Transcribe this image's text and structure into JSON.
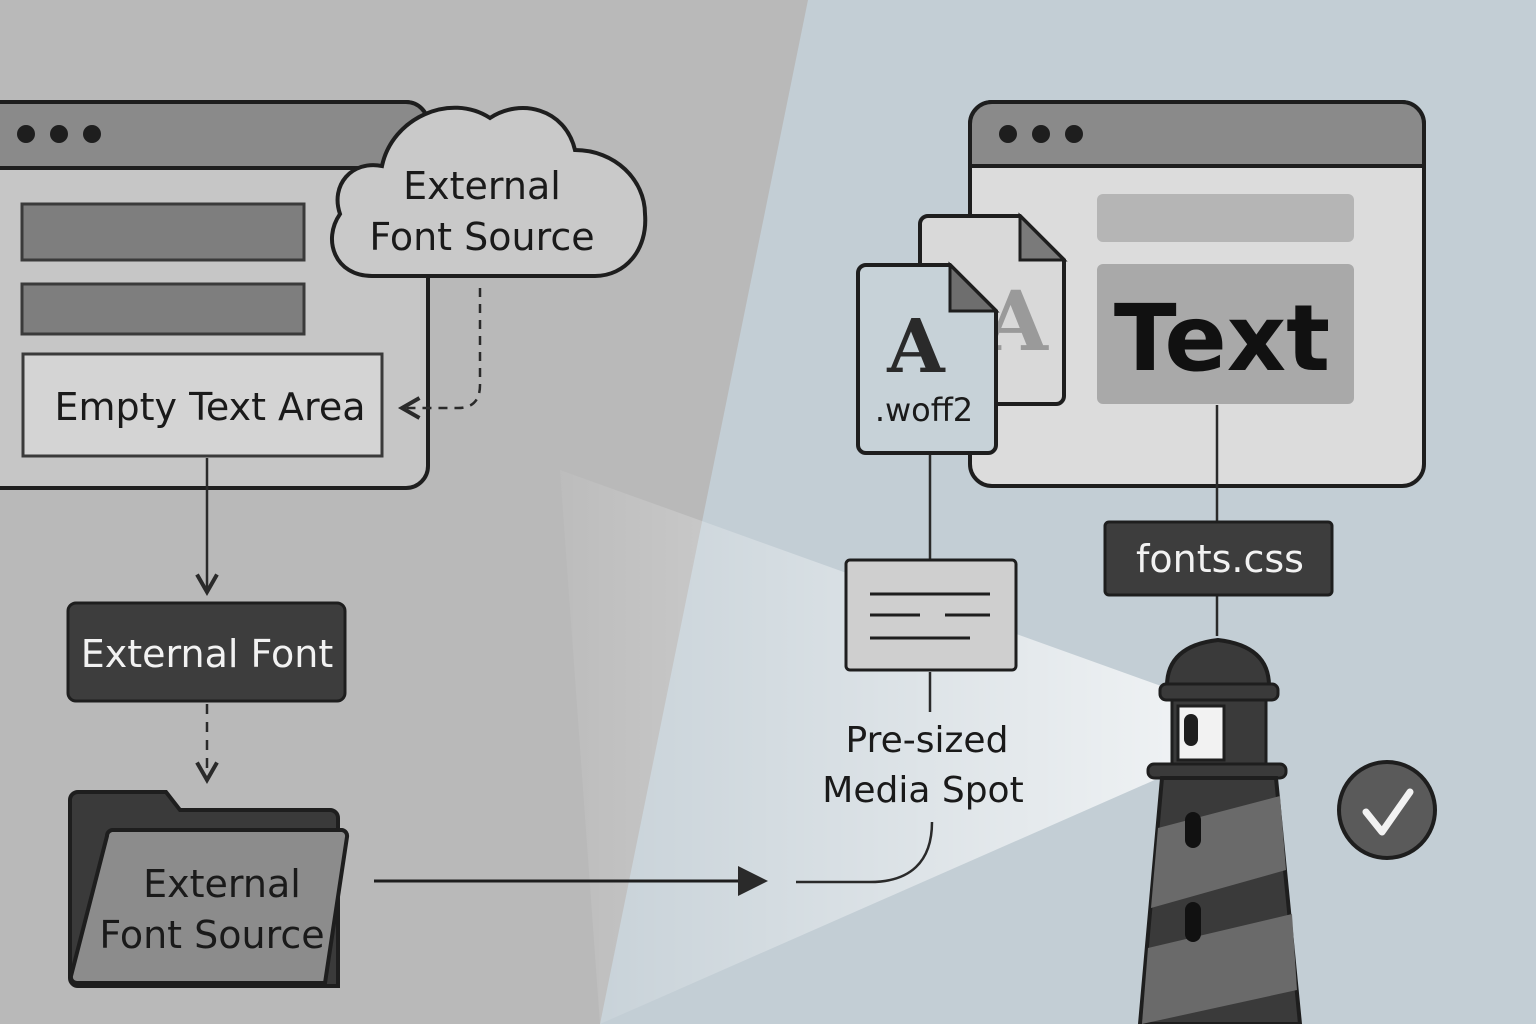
{
  "colors": {
    "left_background": "#b9b9b9",
    "right_background": "#c3ced5",
    "ink": "#1e1e1e",
    "dark_panel": "#3d3d3d"
  },
  "left": {
    "cloud_label_line1": "External",
    "cloud_label_line2": "Font Source",
    "text_area_label": "Empty Text Area",
    "dark_box_label": "External Font",
    "folder_label_line1": "External",
    "folder_label_line2": "Font Source"
  },
  "right": {
    "font_file_back_glyph": "A",
    "font_file_front_glyph": "A",
    "font_file_ext": ".woff2",
    "window_text": "Text",
    "css_label": "fonts.css",
    "media_label_line1": "Pre-sized",
    "media_label_line2": "Media Spot"
  },
  "icons": {
    "left_window": "browser-window-icon",
    "cloud": "cloud-icon",
    "folder": "folder-icon",
    "font_file": "font-file-icon",
    "media_placeholder": "media-placeholder-icon",
    "lighthouse": "lighthouse-icon",
    "status": "checkmark-icon"
  }
}
